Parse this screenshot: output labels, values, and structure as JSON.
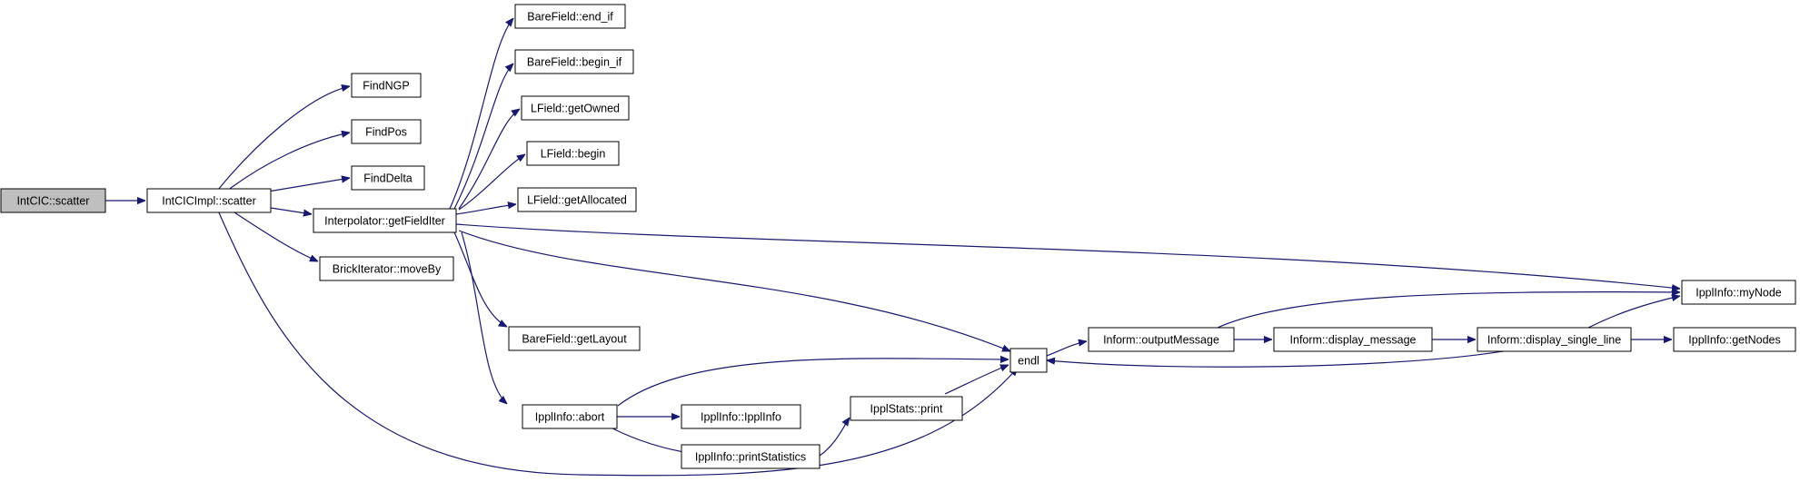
{
  "graph": {
    "colors": {
      "edge": "#191970",
      "root_fill": "#bfbfbf",
      "node_fill": "#ffffff"
    },
    "nodes": [
      {
        "id": "intcic_scatter",
        "label": "IntCIC::scatter",
        "root": true
      },
      {
        "id": "intcicimpl_scatter",
        "label": "IntCICImpl::scatter"
      },
      {
        "id": "findngp",
        "label": "FindNGP"
      },
      {
        "id": "findpos",
        "label": "FindPos"
      },
      {
        "id": "finddelta",
        "label": "FindDelta"
      },
      {
        "id": "interp_getfielditer",
        "label": "Interpolator::getFieldIter"
      },
      {
        "id": "brick_moveby",
        "label": "BrickIterator::moveBy"
      },
      {
        "id": "barefield_endif",
        "label": "BareField::end_if"
      },
      {
        "id": "barefield_beginif",
        "label": "BareField::begin_if"
      },
      {
        "id": "lfield_getowned",
        "label": "LField::getOwned"
      },
      {
        "id": "lfield_begin",
        "label": "LField::begin"
      },
      {
        "id": "lfield_getallocated",
        "label": "LField::getAllocated"
      },
      {
        "id": "barefield_getlayout",
        "label": "BareField::getLayout"
      },
      {
        "id": "ipplinfo_abort",
        "label": "IpplInfo::abort"
      },
      {
        "id": "ipplinfo_ipplinfo",
        "label": "IpplInfo::IpplInfo"
      },
      {
        "id": "ipplinfo_printstats",
        "label": "IpplInfo::printStatistics"
      },
      {
        "id": "ipplstats_print",
        "label": "IpplStats::print"
      },
      {
        "id": "endl",
        "label": "endl"
      },
      {
        "id": "inform_outputmessage",
        "label": "Inform::outputMessage"
      },
      {
        "id": "inform_displaymessage",
        "label": "Inform::display_message"
      },
      {
        "id": "inform_displaysingleline",
        "label": "Inform::display_single_line"
      },
      {
        "id": "ipplinfo_mynode",
        "label": "IpplInfo::myNode"
      },
      {
        "id": "ipplinfo_getnodes",
        "label": "IpplInfo::getNodes"
      }
    ],
    "edges": [
      {
        "from": "intcic_scatter",
        "to": "intcicimpl_scatter"
      },
      {
        "from": "intcicimpl_scatter",
        "to": "findngp"
      },
      {
        "from": "intcicimpl_scatter",
        "to": "findpos"
      },
      {
        "from": "intcicimpl_scatter",
        "to": "finddelta"
      },
      {
        "from": "intcicimpl_scatter",
        "to": "interp_getfielditer"
      },
      {
        "from": "intcicimpl_scatter",
        "to": "brick_moveby"
      },
      {
        "from": "intcicimpl_scatter",
        "to": "endl"
      },
      {
        "from": "interp_getfielditer",
        "to": "barefield_endif"
      },
      {
        "from": "interp_getfielditer",
        "to": "barefield_beginif"
      },
      {
        "from": "interp_getfielditer",
        "to": "lfield_getowned"
      },
      {
        "from": "interp_getfielditer",
        "to": "lfield_begin"
      },
      {
        "from": "interp_getfielditer",
        "to": "lfield_getallocated"
      },
      {
        "from": "interp_getfielditer",
        "to": "ipplinfo_mynode"
      },
      {
        "from": "interp_getfielditer",
        "to": "endl"
      },
      {
        "from": "interp_getfielditer",
        "to": "barefield_getlayout"
      },
      {
        "from": "interp_getfielditer",
        "to": "ipplinfo_abort"
      },
      {
        "from": "ipplinfo_abort",
        "to": "endl"
      },
      {
        "from": "ipplinfo_abort",
        "to": "ipplinfo_ipplinfo"
      },
      {
        "from": "ipplinfo_abort",
        "to": "ipplinfo_printstats"
      },
      {
        "from": "ipplinfo_printstats",
        "to": "ipplstats_print"
      },
      {
        "from": "ipplstats_print",
        "to": "endl"
      },
      {
        "from": "endl",
        "to": "inform_outputmessage"
      },
      {
        "from": "inform_outputmessage",
        "to": "inform_displaymessage"
      },
      {
        "from": "inform_outputmessage",
        "to": "ipplinfo_mynode"
      },
      {
        "from": "inform_displaymessage",
        "to": "inform_displaysingleline"
      },
      {
        "from": "inform_displaysingleline",
        "to": "ipplinfo_mynode"
      },
      {
        "from": "inform_displaysingleline",
        "to": "ipplinfo_getnodes"
      },
      {
        "from": "inform_displaysingleline",
        "to": "endl"
      }
    ]
  }
}
